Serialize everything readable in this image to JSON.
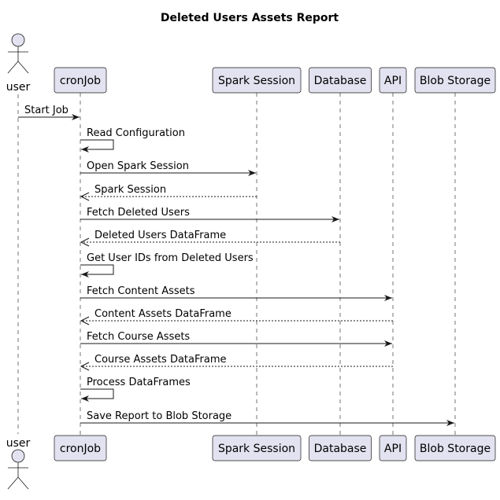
{
  "title": "Deleted Users Assets Report",
  "participants": [
    {
      "id": "user",
      "label": "user",
      "kind": "actor"
    },
    {
      "id": "cron",
      "label": "cronJob",
      "kind": "box"
    },
    {
      "id": "spark",
      "label": "Spark Session",
      "kind": "box"
    },
    {
      "id": "db",
      "label": "Database",
      "kind": "box"
    },
    {
      "id": "api",
      "label": "API",
      "kind": "box"
    },
    {
      "id": "blob",
      "label": "Blob Storage",
      "kind": "box"
    }
  ],
  "messages": [
    {
      "from": "user",
      "to": "cron",
      "label": "Start Job",
      "style": "solid"
    },
    {
      "from": "cron",
      "to": "cron",
      "label": "Read Configuration",
      "style": "solid"
    },
    {
      "from": "cron",
      "to": "spark",
      "label": "Open Spark Session",
      "style": "solid"
    },
    {
      "from": "spark",
      "to": "cron",
      "label": "Spark Session",
      "style": "dashed"
    },
    {
      "from": "cron",
      "to": "db",
      "label": "Fetch Deleted Users",
      "style": "solid"
    },
    {
      "from": "db",
      "to": "cron",
      "label": "Deleted Users DataFrame",
      "style": "dashed"
    },
    {
      "from": "cron",
      "to": "cron",
      "label": "Get User IDs from Deleted Users",
      "style": "solid"
    },
    {
      "from": "cron",
      "to": "api",
      "label": "Fetch Content Assets",
      "style": "solid"
    },
    {
      "from": "api",
      "to": "cron",
      "label": "Content Assets DataFrame",
      "style": "dashed"
    },
    {
      "from": "cron",
      "to": "api",
      "label": "Fetch Course Assets",
      "style": "solid"
    },
    {
      "from": "api",
      "to": "cron",
      "label": "Course Assets DataFrame",
      "style": "dashed"
    },
    {
      "from": "cron",
      "to": "cron",
      "label": "Process DataFrames",
      "style": "solid"
    },
    {
      "from": "cron",
      "to": "blob",
      "label": "Save Report to Blob Storage",
      "style": "solid"
    }
  ]
}
